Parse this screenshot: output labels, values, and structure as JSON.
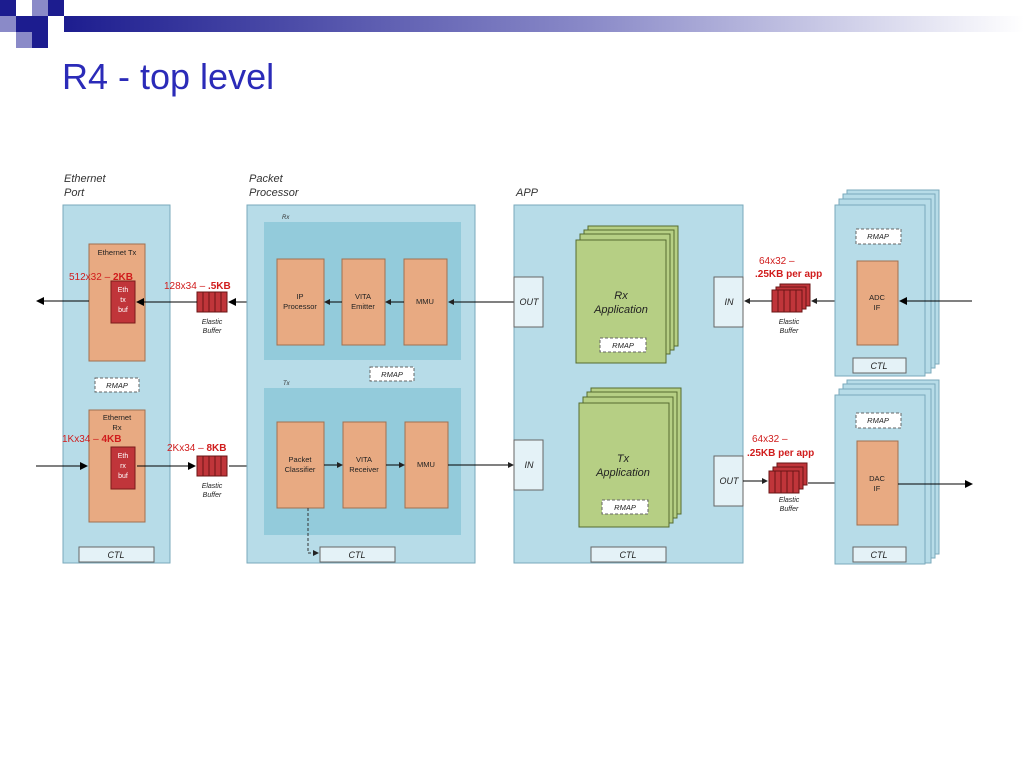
{
  "slide": {
    "title": "R4 - top level"
  },
  "sections": {
    "ethernet_port": {
      "line1": "Ethernet",
      "line2": "Port"
    },
    "packet_processor": {
      "line1": "Packet",
      "line2": "Processor"
    },
    "app": {
      "label": "APP"
    }
  },
  "ethernet": {
    "tx_label": "Ethernet Tx",
    "tx_buf": [
      "Eth",
      "tx",
      "buf"
    ],
    "tx_size_prefix": "512x32 – ",
    "tx_size_bold": "2KB",
    "rmap": "RMAP",
    "rx_label": [
      "Ethernet",
      "Rx"
    ],
    "rx_buf": [
      "Eth",
      "rx",
      "buf"
    ],
    "rx_size_prefix": "1Kx34 – ",
    "rx_size_bold": "4KB",
    "ctl": "CTL"
  },
  "processor": {
    "rx_tag": "Rx",
    "tx_tag": "Tx",
    "ip_processor": [
      "IP",
      "Processor"
    ],
    "vita_emitter": [
      "VITA",
      "Emitter"
    ],
    "mmu": "MMU",
    "rmap": "RMAP",
    "packet_classifier": [
      "Packet",
      "Classifier"
    ],
    "vita_receiver": [
      "VITA",
      "Receiver"
    ],
    "ctl": "CTL"
  },
  "buffers": {
    "upper_left_prefix": "128x34 – ",
    "upper_left_bold": ".5KB",
    "lower_left_prefix": "2Kx34 – ",
    "lower_left_bold": "8KB",
    "upper_right_line1": "64x32 –",
    "upper_right_line2": ".25KB per app",
    "lower_right_line1": "64x32 –",
    "lower_right_line2": ".25KB per app",
    "elastic": [
      "Elastic",
      "Buffer"
    ]
  },
  "app": {
    "out": "OUT",
    "in": "IN",
    "rx_app": [
      "Rx",
      "Application"
    ],
    "tx_app": [
      "Tx",
      "Application"
    ],
    "rmap": "RMAP",
    "ctl": "CTL",
    "right_in": "IN",
    "right_out": "OUT"
  },
  "adc": {
    "rmap": "RMAP",
    "label": [
      "ADC",
      "IF"
    ],
    "ctl": "CTL"
  },
  "dac": {
    "rmap": "RMAP",
    "label": [
      "DAC",
      "IF"
    ],
    "ctl": "CTL"
  },
  "colors": {
    "title": "#2b2bb8",
    "panel": "#b7dce8",
    "inner": "#93cbdb",
    "block": "#e8aa82",
    "buf": "#c0353a",
    "app": "#b6cf84",
    "size_red": "#d01c1c"
  }
}
